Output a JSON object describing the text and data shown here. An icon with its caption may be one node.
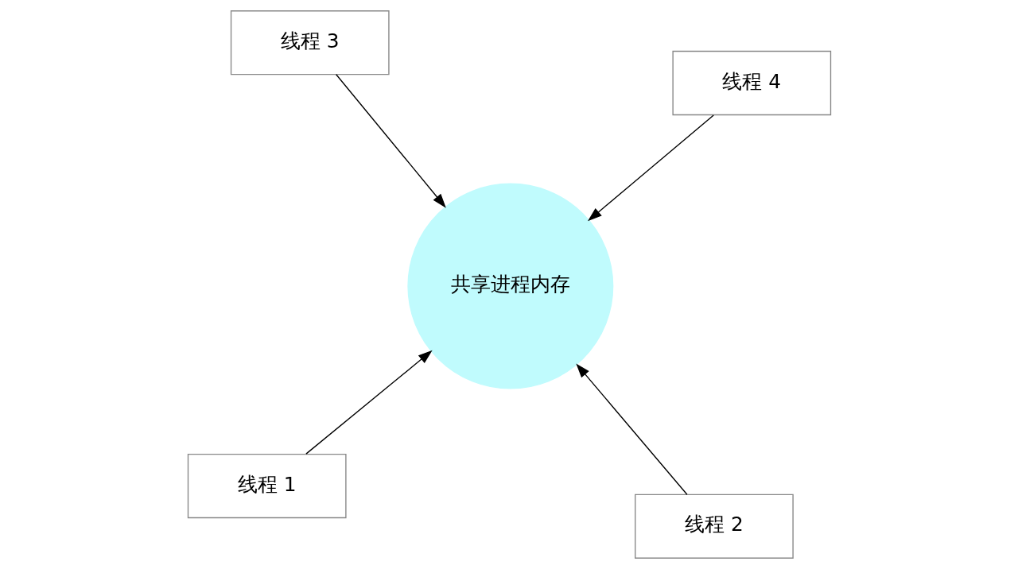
{
  "diagram": {
    "nodes": [
      {
        "text": [
          "线程 1"
        ]
      },
      {
        "text": [
          "线程 2"
        ]
      },
      {
        "text": [
          "共享进程内存"
        ]
      },
      {
        "text": [
          "线程 3"
        ]
      },
      {
        "text": [
          "线程 4"
        ]
      }
    ],
    "edges": [
      {
        "from": 0,
        "to": 2,
        "arrow": "to"
      },
      {
        "from": 1,
        "to": 2,
        "arrow": "to"
      },
      {
        "from": 3,
        "to": 2,
        "arrow": "to"
      },
      {
        "from": 4,
        "to": 2,
        "arrow": "to"
      }
    ]
  }
}
